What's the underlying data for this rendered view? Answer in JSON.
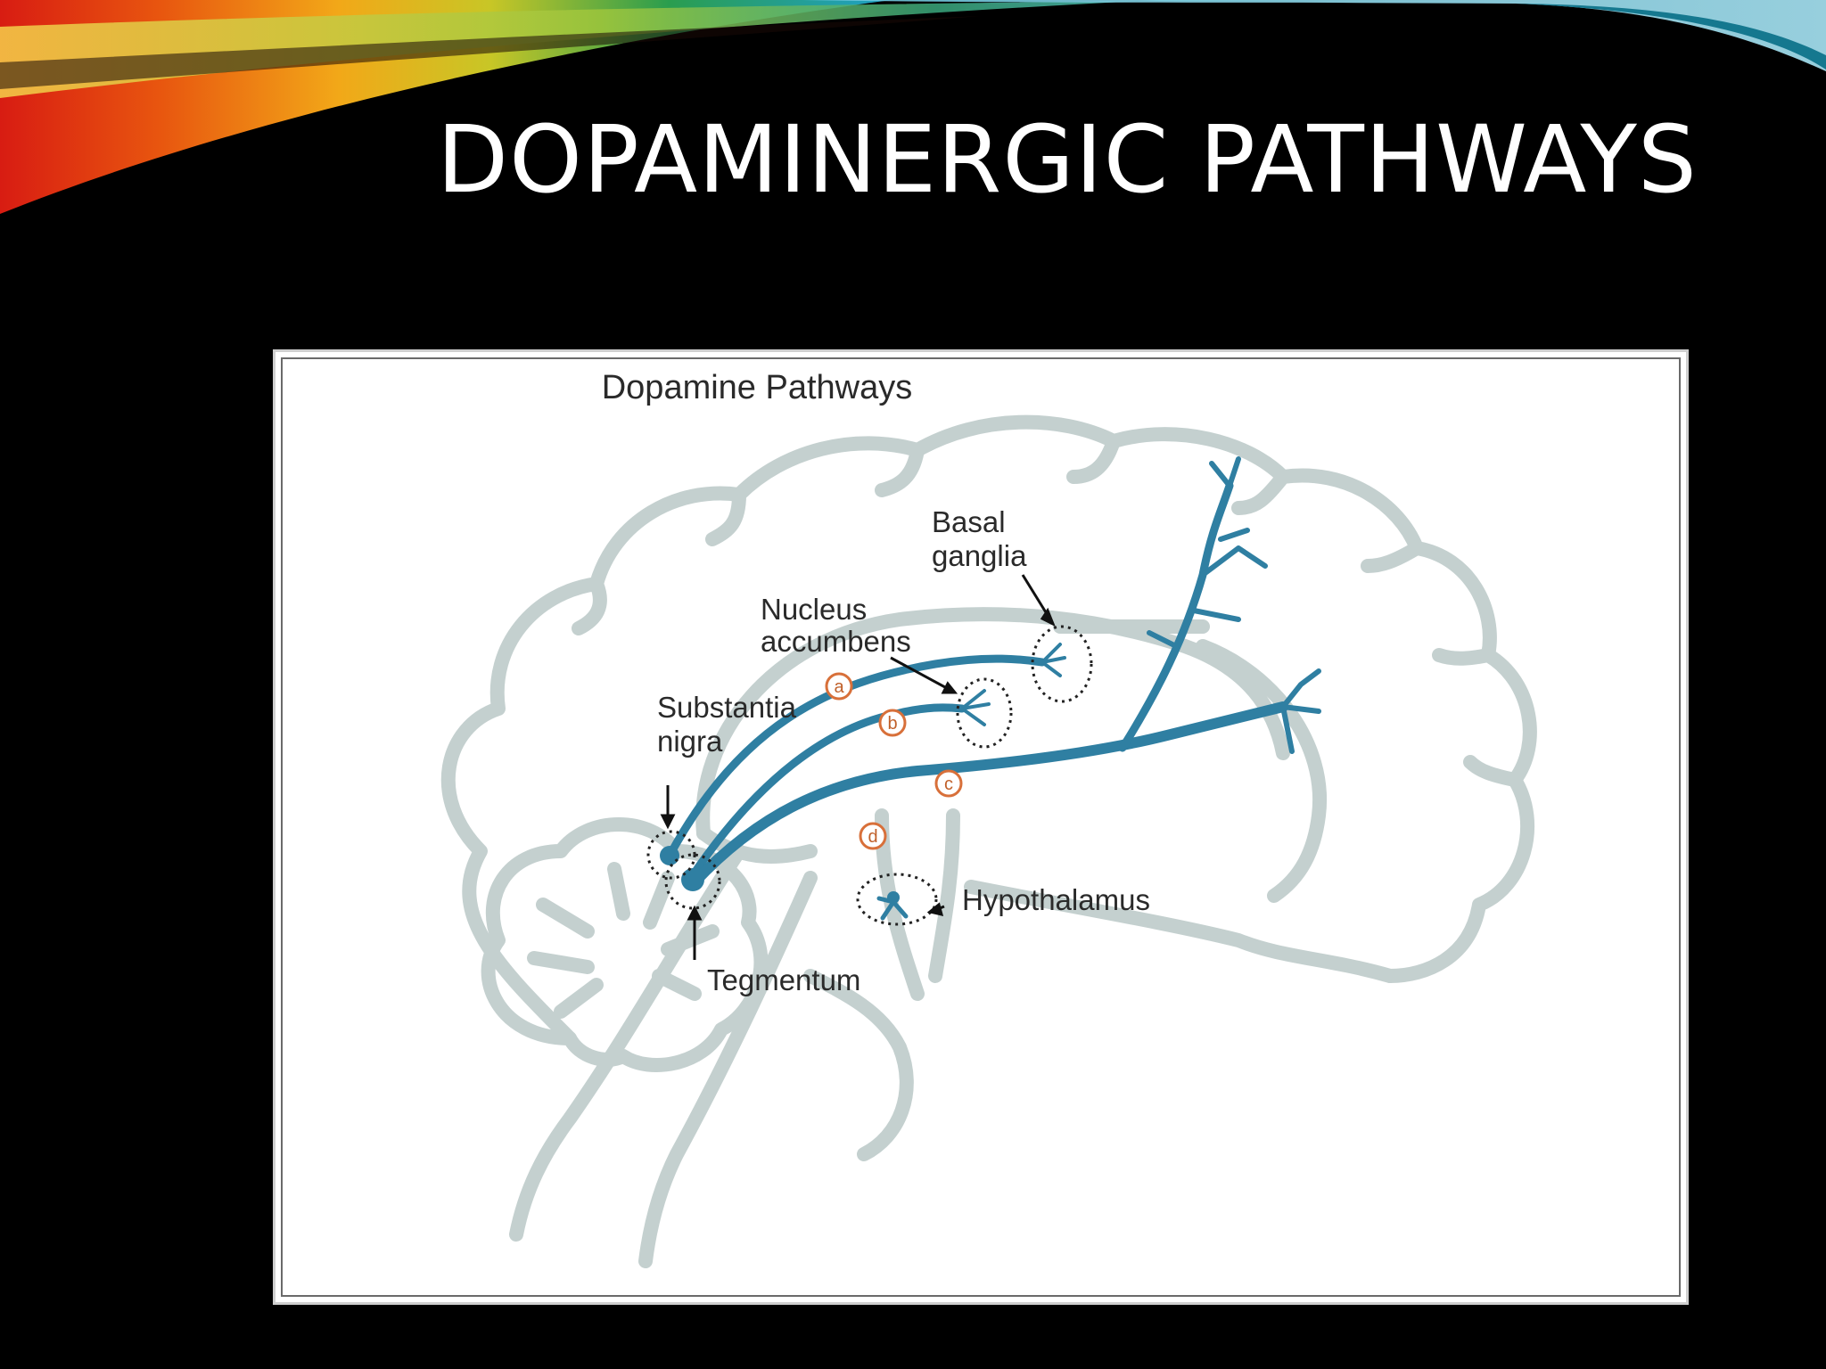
{
  "slide": {
    "title": "DOPAMINERGIC PATHWAYS"
  },
  "figure": {
    "title": "Dopamine Pathways",
    "labels": {
      "basal_ganglia": [
        "Basal",
        "ganglia"
      ],
      "nucleus_accumbens": [
        "Nucleus",
        "accumbens"
      ],
      "substantia_nigra": [
        "Substantia",
        "nigra"
      ],
      "hypothalamus": "Hypothalamus",
      "tegmentum": "Tegmentum"
    },
    "pathway_markers": [
      "a",
      "b",
      "c",
      "d"
    ]
  },
  "colors": {
    "background": "#000000",
    "title_text": "#ffffff",
    "brain_outline": "#c4d0cf",
    "pathway": "#2f7fa2",
    "marker": "#d8703a"
  }
}
